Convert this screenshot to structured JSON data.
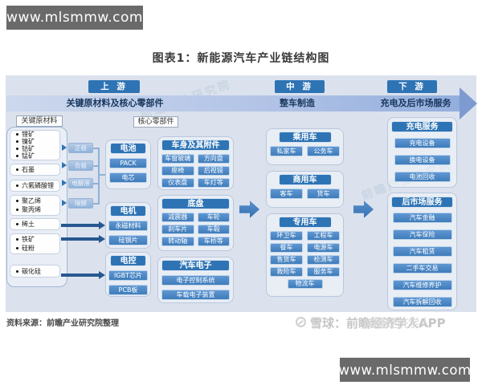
{
  "site_watermark": {
    "top": "www.mlsmmw.com",
    "bottom": "www.mlsmmw.com"
  },
  "title": "图表1：新能源汽车产业链结构图",
  "stages": [
    {
      "badge": "上 游",
      "band_label": "关键原材料及核心零部件"
    },
    {
      "badge": "中 游",
      "band_label": "整车制造"
    },
    {
      "badge": "下 游",
      "band_label": "充电及后市场服务"
    }
  ],
  "upstream": {
    "raw_materials_tag": "关键原材料",
    "core_parts_tag": "核心零部件",
    "raw_groups": [
      {
        "items": [
          "锂矿",
          "镍矿",
          "钴矿",
          "锰矿"
        ]
      },
      {
        "items": [
          "石墨"
        ]
      },
      {
        "items": [
          "六氟磷酸锂"
        ]
      },
      {
        "items": [
          "聚乙烯",
          "聚丙烯"
        ]
      },
      {
        "items": [
          "稀土"
        ]
      },
      {
        "items": [
          "铁矿",
          "硅粉"
        ]
      },
      {
        "items": [
          "碳化硅"
        ]
      }
    ],
    "battery_materials": [
      "正极",
      "负极",
      "电解液",
      "隔膜"
    ],
    "core_groups": [
      {
        "header": "电池",
        "items": [
          "PACK",
          "电芯"
        ]
      },
      {
        "header": "电机",
        "items": [
          "永磁材料",
          "硅钢片"
        ]
      },
      {
        "header": "电控",
        "items": [
          "IGBT芯片",
          "PCB板"
        ]
      }
    ],
    "parts_groups": [
      {
        "header": "车身及其附件",
        "items": [
          "车窗玻璃",
          "方向盘",
          "座椅",
          "后视镜",
          "仪表盘",
          "车灯等"
        ]
      },
      {
        "header": "底盘",
        "items": [
          "减震器",
          "车轮",
          "刹车片",
          "车毂",
          "转动轴",
          "车桥等"
        ]
      },
      {
        "header": "汽车电子",
        "items": [
          "电子控制系统",
          "车载电子装置"
        ]
      }
    ]
  },
  "midstream": {
    "groups": [
      {
        "header": "乘用车",
        "items": [
          "私家车",
          "公务车"
        ]
      },
      {
        "header": "商用车",
        "items": [
          "客车",
          "货车"
        ]
      },
      {
        "header": "专用车",
        "items": [
          "环卫车",
          "工程车",
          "餐车",
          "电源车",
          "售货车",
          "检测车",
          "救险车",
          "服务车",
          "物流车"
        ]
      }
    ]
  },
  "downstream": {
    "groups": [
      {
        "header": "充电服务",
        "items": [
          "充电设备",
          "换电设备",
          "电池回收"
        ]
      },
      {
        "header": "后市场服务",
        "items": [
          "汽车金融",
          "汽车保险",
          "汽车租赁",
          "二手车交易",
          "汽车维修养护",
          "汽车拆解回收"
        ]
      }
    ]
  },
  "footer": {
    "source": "资料来源：前瞻产业研究院整理",
    "watermark_logo": "xueqiu-logo",
    "watermarks": [
      "雪球：前瞻经济学人APP",
      "前瞻经济学人"
    ]
  },
  "brand_watermark": "前瞻产业研究院",
  "colors": {
    "accent": "#2e74b5",
    "item_blue": "#4e8bc8",
    "panel_bg": "#dbe2ed",
    "dark_arrow": "#27588f",
    "watermark_gray": "#6a6a6a"
  }
}
